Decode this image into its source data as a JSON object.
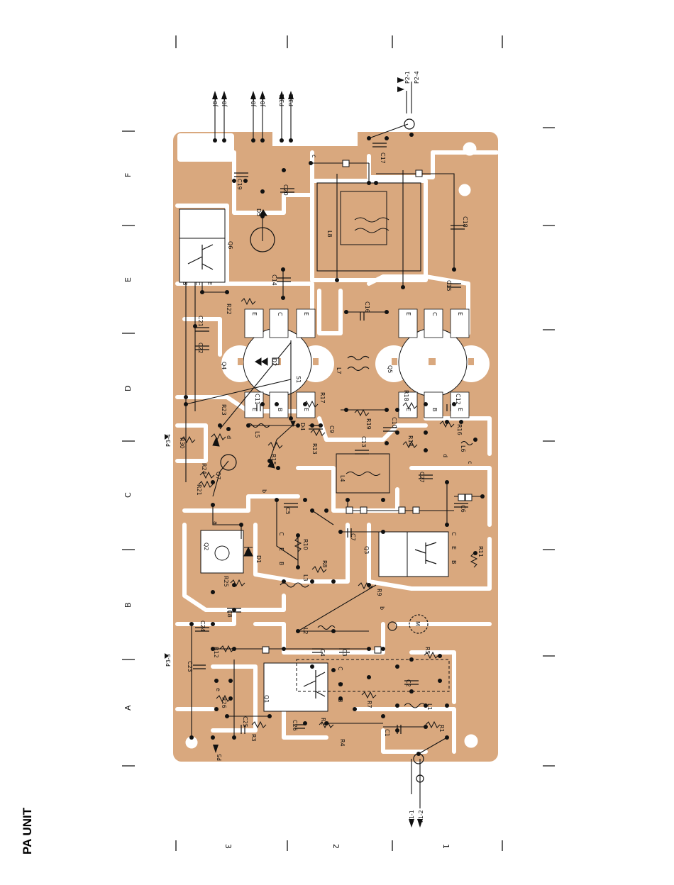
{
  "title": "PA UNIT",
  "colors": {
    "board": "#d9a87e",
    "trace": "#ffffff",
    "ink": "#111111"
  },
  "grid": {
    "letters": [
      "A",
      "B",
      "C",
      "D",
      "E",
      "F"
    ],
    "numbers": [
      "1",
      "2",
      "3"
    ]
  },
  "connectors": {
    "top": [
      "J8-2",
      "J8-3",
      "J8-4",
      "J8-1",
      "P3-1",
      "P3-2",
      "P2-1",
      "P2-4"
    ],
    "bottom": [
      "P1-1",
      "P1-2"
    ],
    "left": [
      "P3-4",
      "P3-3",
      "P5"
    ]
  },
  "transistors": [
    "Q1",
    "Q2",
    "Q3",
    "Q4",
    "Q5",
    "Q6",
    "Q7"
  ],
  "diodes": [
    "D1",
    "D2",
    "D4",
    "D5",
    "S1"
  ],
  "inductors": [
    "L1",
    "L2",
    "L3",
    "L4",
    "L5",
    "L6",
    "L7",
    "L8"
  ],
  "capacitors": [
    "C1",
    "C2",
    "C3",
    "C4",
    "C5",
    "C6",
    "C7",
    "C8",
    "C9",
    "C10",
    "C11",
    "C12",
    "C13",
    "C14",
    "C15",
    "C16",
    "C17",
    "C18",
    "C19",
    "C20",
    "C21",
    "C22",
    "C23",
    "C24",
    "C25",
    "C26",
    "C27"
  ],
  "resistors": [
    "R1",
    "R2",
    "R3",
    "R4",
    "R5",
    "R7",
    "R8",
    "R9",
    "R10",
    "R11",
    "R12",
    "R13",
    "R14",
    "R15",
    "R16",
    "R17",
    "R18",
    "R19",
    "R21",
    "R22",
    "R23",
    "R24",
    "R25",
    "R26",
    "R30"
  ],
  "pins": [
    "B",
    "C",
    "E",
    "a",
    "b",
    "c",
    "d",
    "e"
  ],
  "meter": "M"
}
